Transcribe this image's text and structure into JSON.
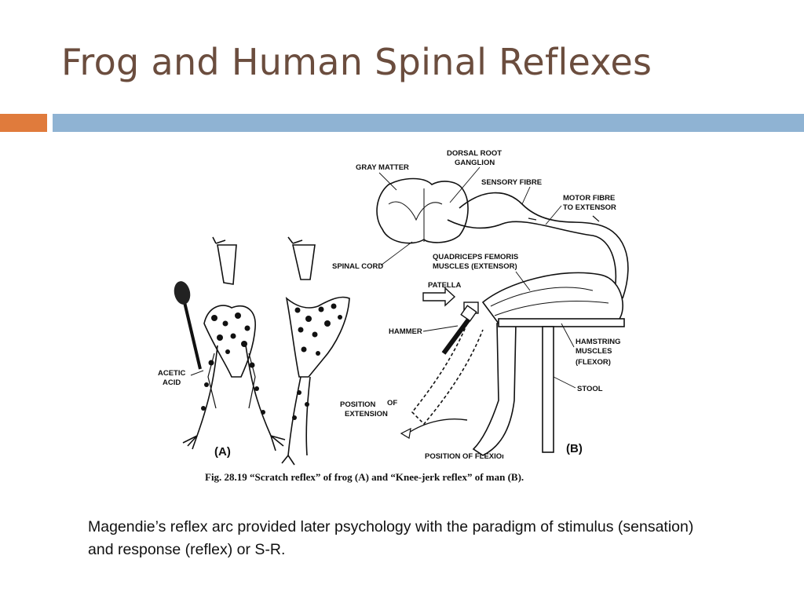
{
  "slide": {
    "title": "Frog and Human Spinal Reflexes",
    "body_text": "Magendie’s reflex arc provided later psychology with the paradigm of stimulus (sensation) and response (reflex) or S-R."
  },
  "figure": {
    "labels": {
      "gray_matter": "GRAY MATTER",
      "dorsal_root_1": "DORSAL ROOT",
      "dorsal_root_2": "GANGLION",
      "sensory_fibre": "SENSORY FIBRE",
      "motor_fibre_1": "MOTOR FIBRE",
      "motor_fibre_2": "TO EXTENSOR",
      "spinal_cord": "SPINAL CORD",
      "quad_1": "QUADRICEPS FEMORIS",
      "quad_2": "MUSCLES (EXTENSOR)",
      "patella": "PATELLA",
      "hammer": "HAMMER",
      "hamstring_1": "HAMSTRING",
      "hamstring_2": "MUSCLES",
      "hamstring_3": "(FLEXOR)",
      "stool": "STOOL",
      "acetic_1": "ACETIC",
      "acetic_2": "ACID",
      "pos_ext_1": "POSITION",
      "pos_ext_of": "OF",
      "pos_ext_2": "EXTENSION",
      "pos_flex": "POSITION OF FLEXIOı",
      "panel_a": "(A)",
      "panel_b": "(B)"
    },
    "caption": "Fig. 28.19   “Scratch reflex” of frog (A) and “Knee-jerk reflex” of man (B)."
  },
  "colors": {
    "title": "#6b4d3e",
    "accent_orange": "#e07b3c",
    "accent_blue": "#8fb3d3"
  }
}
